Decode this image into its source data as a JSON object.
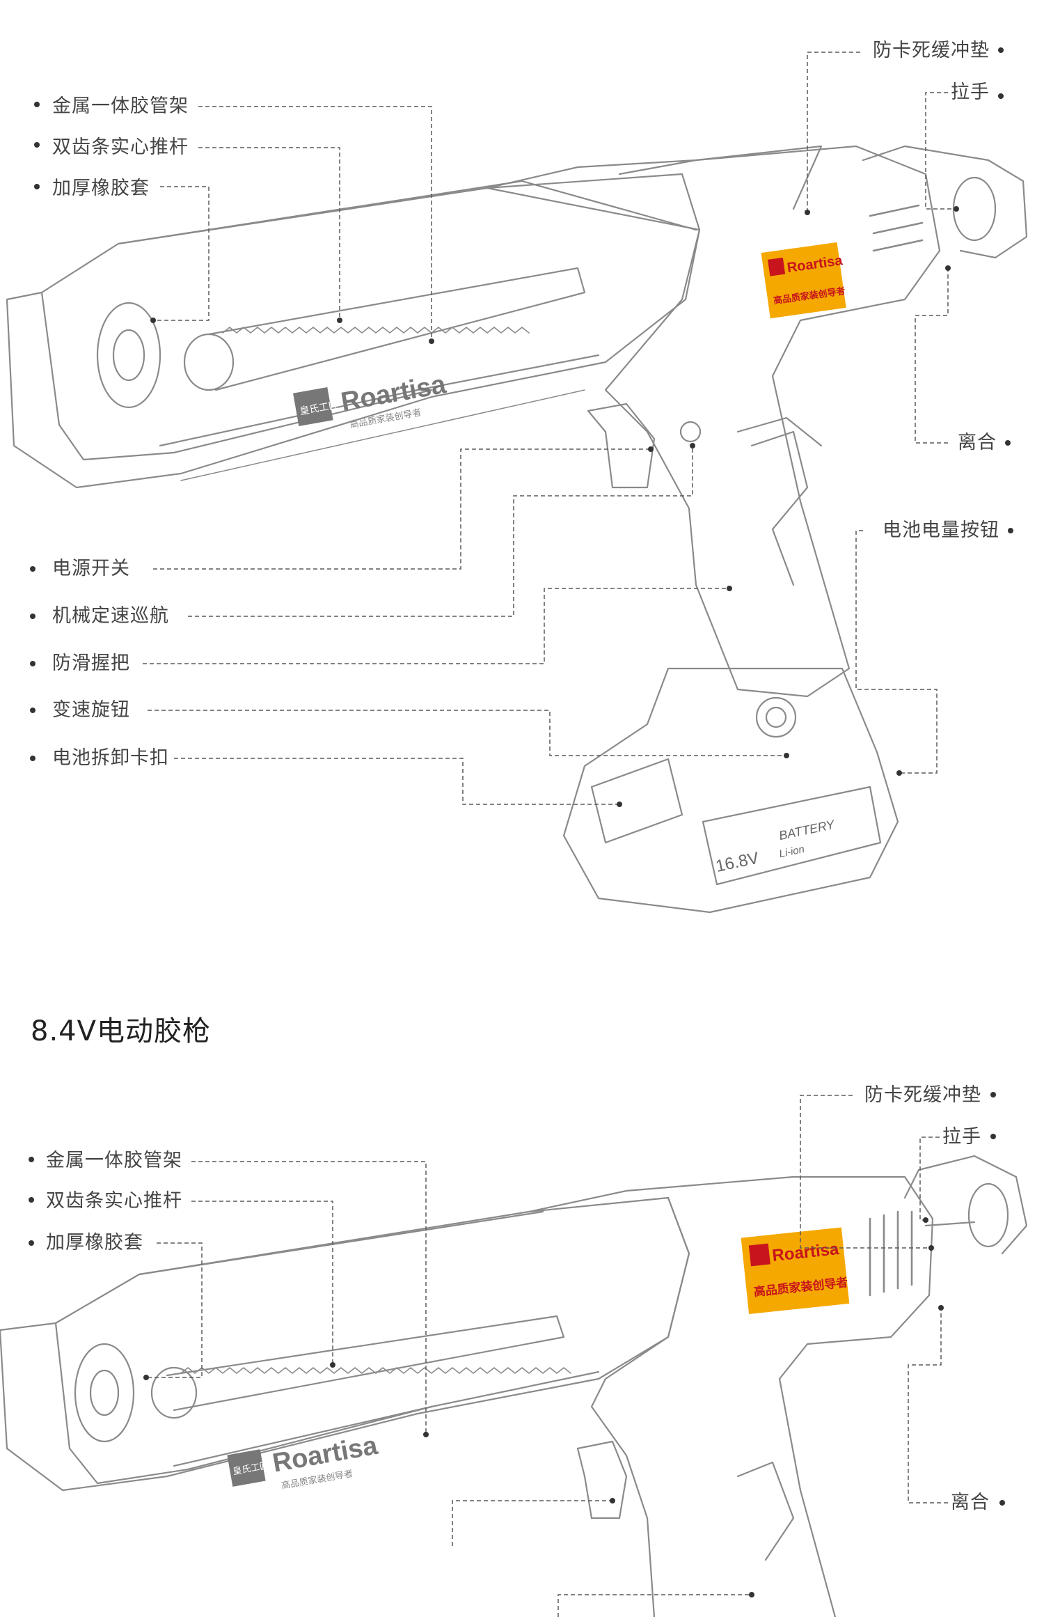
{
  "panel1": {
    "title_fragment": "",
    "labels_left": [
      "金属一体胶管架",
      "双齿条实心推杆",
      "加厚橡胶套",
      "电源开关",
      "机械定速巡航",
      "防滑握把",
      "变速旋钮",
      "电池拆卸卡扣"
    ],
    "labels_right": [
      "防卡死缓冲垫",
      "拉手",
      "离合",
      "电池电量按钮"
    ],
    "body_brand": "Roartisa",
    "body_slogan": "高品质家装创导者",
    "logo_badge": "皇氏工匠",
    "sticker_brand": "Roartisa",
    "sticker_slogan": "高品质家装创导者",
    "battery_voltage": "16.8V",
    "battery_word": "BATTERY",
    "battery_type": "Li-ion"
  },
  "panel2": {
    "title": "8.4V电动胶枪",
    "labels_left": [
      "金属一体胶管架",
      "双齿条实心推杆",
      "加厚橡胶套"
    ],
    "labels_right": [
      "防卡死缓冲垫",
      "拉手",
      "离合"
    ],
    "body_brand": "Roartisa",
    "body_slogan": "高品质家装创导者",
    "logo_badge": "皇氏工匠",
    "sticker_brand": "Roartisa",
    "sticker_slogan": "高品质家装创导者"
  },
  "colors": {
    "line": "#5a5a5a",
    "sketch": "#8a8a8a",
    "sticker_bg": "#f5a800",
    "sticker_text": "#c8141c"
  }
}
